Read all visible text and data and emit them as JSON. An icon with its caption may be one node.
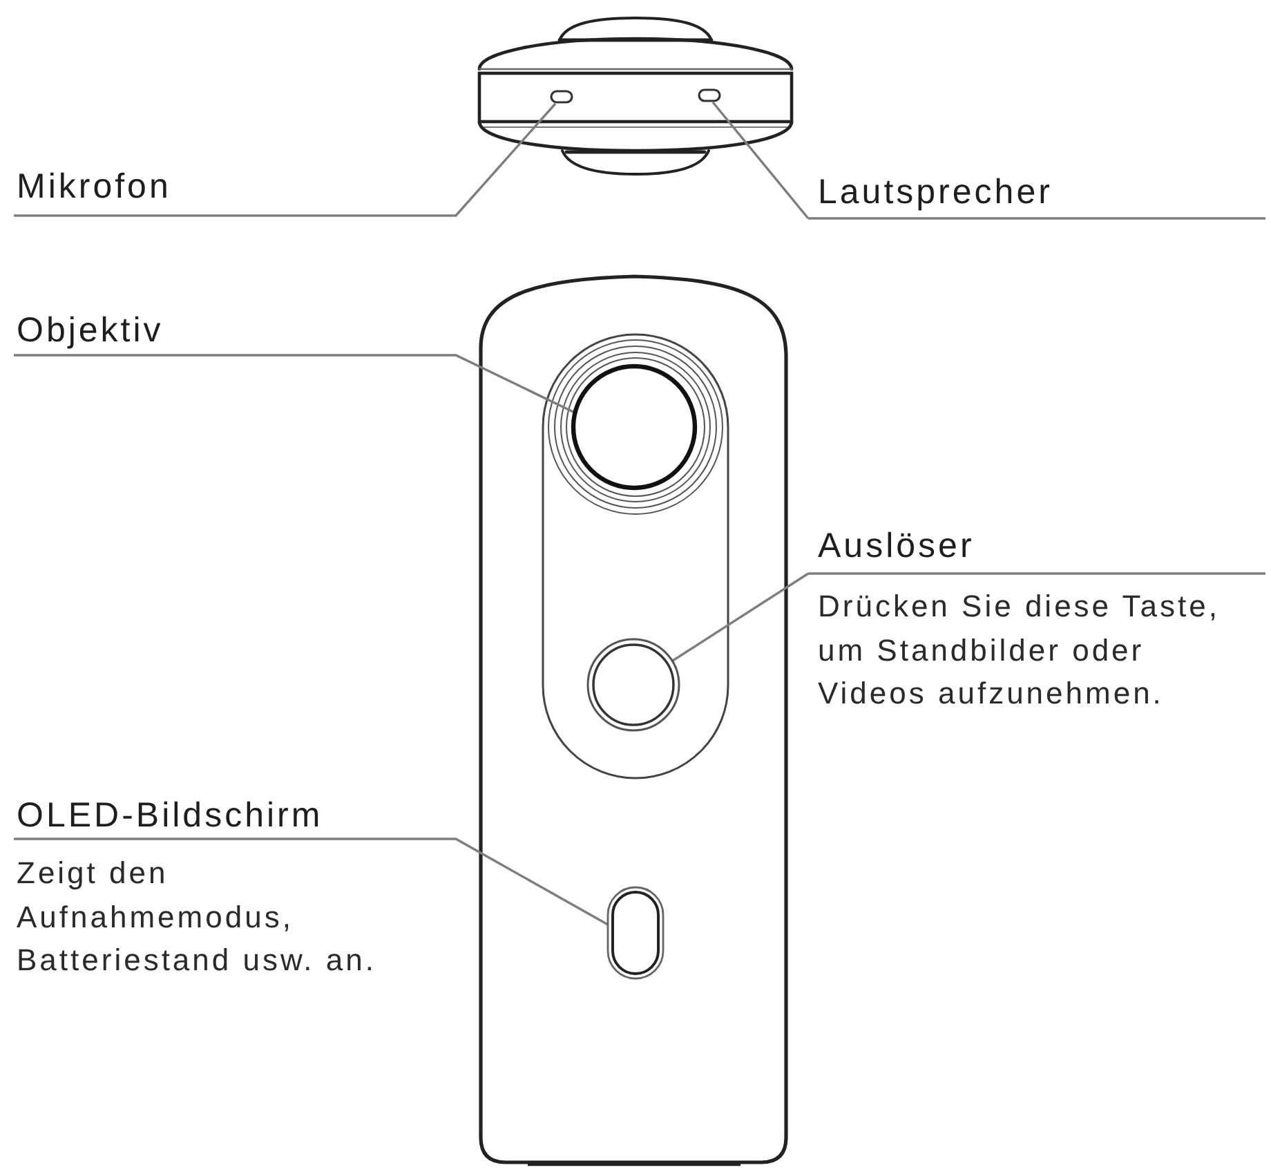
{
  "diagram": {
    "nodes": [
      {
        "text": [
          "Mikrofon"
        ]
      },
      {
        "text": [
          "Lautsprecher"
        ]
      },
      {
        "text": [
          "Objektiv"
        ]
      },
      {
        "text": [
          "Auslöser",
          "Drücken Sie diese Taste, um Standbilder oder Videos aufzunehmen."
        ]
      },
      {
        "text": [
          "OLED-Bildschirm",
          "Zeigt den Aufnahmemodus, Batteriestand usw. an."
        ]
      },
      {
        "text": [],
        "shape": "box"
      },
      {
        "text": [],
        "shape": "box"
      },
      {
        "text": [],
        "shape": "circle"
      },
      {
        "text": [],
        "shape": "circle"
      },
      {
        "text": [],
        "shape": "box"
      }
    ],
    "edges": [
      {
        "from": 0,
        "to": 5,
        "arrow": "none"
      },
      {
        "from": 1,
        "to": 6,
        "arrow": "none"
      },
      {
        "from": 2,
        "to": 7,
        "arrow": "none"
      },
      {
        "from": 3,
        "to": 8,
        "arrow": "none"
      },
      {
        "from": 4,
        "to": 9,
        "arrow": "none"
      }
    ]
  }
}
